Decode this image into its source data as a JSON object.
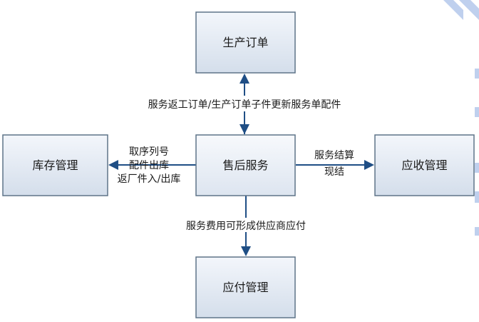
{
  "diagram": {
    "nodes": {
      "production_order": {
        "label": "生产订单"
      },
      "after_sales": {
        "label": "售后服务"
      },
      "inventory": {
        "label": "库存管理"
      },
      "receivables": {
        "label": "应收管理"
      },
      "payables": {
        "label": "应付管理"
      }
    },
    "edges": {
      "top": {
        "label": "服务返工订单/生产订单子件更新服务单配件"
      },
      "left": {
        "lines": [
          "取序列号",
          "配件出库",
          "返厂件入/出库"
        ]
      },
      "right": {
        "lines": [
          "服务结算",
          "现结"
        ]
      },
      "bottom": {
        "label": "服务费用可形成供应商应付"
      }
    },
    "colors": {
      "box_fill_light": "#f3f6fb",
      "box_fill_dark": "#d4deeb",
      "box_border": "#5e7488",
      "arrow": "#1f4e85"
    }
  }
}
